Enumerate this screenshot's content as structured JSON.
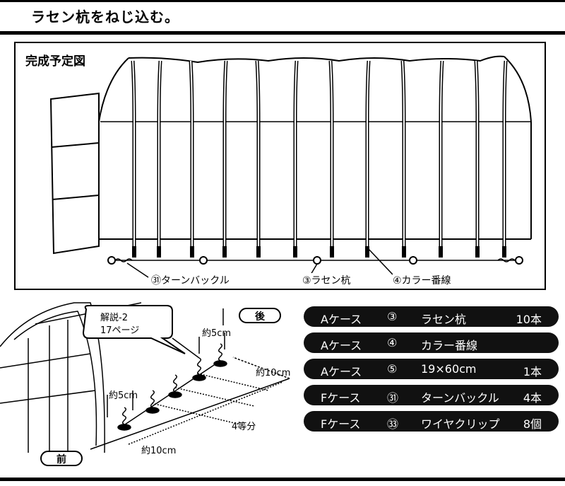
{
  "heading": "ラセン杭をねじ込む。",
  "panel_title": "完成予定図",
  "callouts": {
    "turnbuckle": "㉛ターンバックル",
    "screw_pile": "③ラセン杭",
    "color_wire": "④カラー番線"
  },
  "detail": {
    "bubble_line1": "解説-2",
    "bubble_line2": "17ページ",
    "back_tag": "後",
    "front_tag": "前",
    "spacing_top": "約5cm",
    "spacing_left": "約5cm",
    "offset_right": "約10cm",
    "offset_bottom": "約10cm",
    "division": "4等分"
  },
  "parts": [
    {
      "case": "Aケース",
      "number": "③",
      "name": "ラセン杭",
      "qty": "10本"
    },
    {
      "case": "Aケース",
      "number": "④",
      "name": "カラー番線",
      "qty": ""
    },
    {
      "case": "Aケース",
      "number": "⑤",
      "name": "19×60cm",
      "qty": "1本"
    },
    {
      "case": "Fケース",
      "number": "㉛",
      "name": "ターンバックル",
      "qty": "4本"
    },
    {
      "case": "Fケース",
      "number": "㉝",
      "name": "ワイヤクリップ",
      "qty": "8個"
    }
  ],
  "colors": {
    "ink": "#000000",
    "pill": "#111111",
    "paper": "#ffffff"
  }
}
